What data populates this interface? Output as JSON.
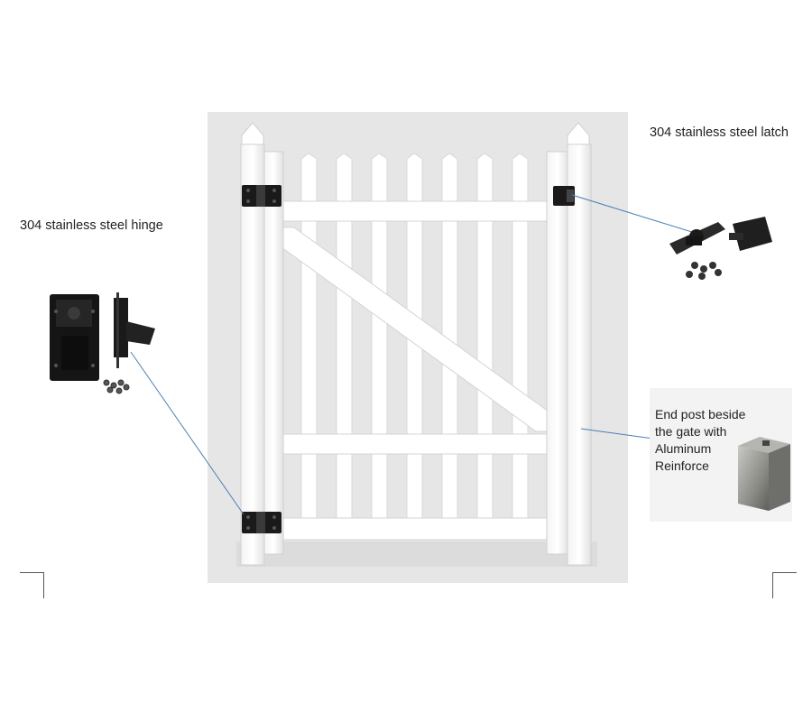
{
  "labels": {
    "hinge": "304 stainless steel hinge",
    "latch": "304 stainless steel latch",
    "end_post": [
      "End post beside",
      "the gate with",
      "Aluminum",
      "Reinforce"
    ]
  },
  "colors": {
    "backdrop": "#e6e6e6",
    "vinyl_white": "#ffffff",
    "hardware_black": "#1a1a1a",
    "leader_line": "#4a7fb5",
    "aluminum": "#8a8a86"
  },
  "icons": [
    "hinge-hardware-icon",
    "latch-hardware-icon",
    "aluminum-reinforcement-icon"
  ]
}
